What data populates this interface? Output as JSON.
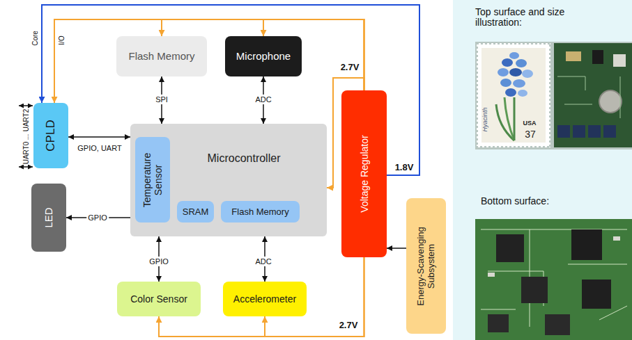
{
  "diagram": {
    "nodes": [
      {
        "text": [
          "CPLD"
        ]
      },
      {
        "text": [
          "Flash Memory"
        ]
      },
      {
        "text": [
          "Microphone"
        ]
      },
      {
        "text": [
          "Microcontroller"
        ]
      },
      {
        "text": [
          "Temperature Sensor"
        ],
        "in": 3
      },
      {
        "text": [
          "SRAM"
        ],
        "in": 3
      },
      {
        "text": [
          "Flash Memory"
        ],
        "in": 3
      },
      {
        "text": [
          "LED"
        ]
      },
      {
        "text": [
          "Voltage Regulator"
        ]
      },
      {
        "text": [
          "Color Sensor"
        ]
      },
      {
        "text": [
          "Accelerometer"
        ]
      },
      {
        "text": [
          "Energy-Scavenging Subsystem"
        ]
      }
    ],
    "edges": [
      {
        "from": 1,
        "to": 3,
        "label": "SPI",
        "arrow": "both"
      },
      {
        "from": 2,
        "to": 3,
        "label": "ADC",
        "arrow": "both"
      },
      {
        "from": 0,
        "to": 3,
        "label": "GPIO, UART",
        "arrow": "both"
      },
      {
        "from": 3,
        "to": 7,
        "label": "GPIO",
        "arrow": "to"
      },
      {
        "from": 9,
        "to": 3,
        "label": "GPIO",
        "arrow": "both"
      },
      {
        "from": 10,
        "to": 3,
        "label": "ADC",
        "arrow": "both"
      },
      {
        "from": 11,
        "to": 8,
        "arrow": "to"
      },
      {
        "from": 8,
        "to": 0,
        "arrow": "to"
      },
      {
        "from": 8,
        "to": 0,
        "arrow": "to"
      },
      {
        "from": 8,
        "to": 1,
        "arrow": "to"
      },
      {
        "from": 8,
        "to": 2,
        "arrow": "to"
      },
      {
        "from": 8,
        "to": 3,
        "arrow": "to"
      },
      {
        "from": 8,
        "to": 9,
        "arrow": "to"
      },
      {
        "from": 8,
        "to": 10,
        "arrow": "to"
      }
    ],
    "labels": [
      "UART2",
      "...",
      "UART0",
      "Core",
      "I/O",
      "2.7V",
      "1.8V",
      "2.7V",
      "Top surface and size illustration:",
      "Bottom surface:",
      "Hyacinth",
      "USA",
      "37"
    ]
  }
}
